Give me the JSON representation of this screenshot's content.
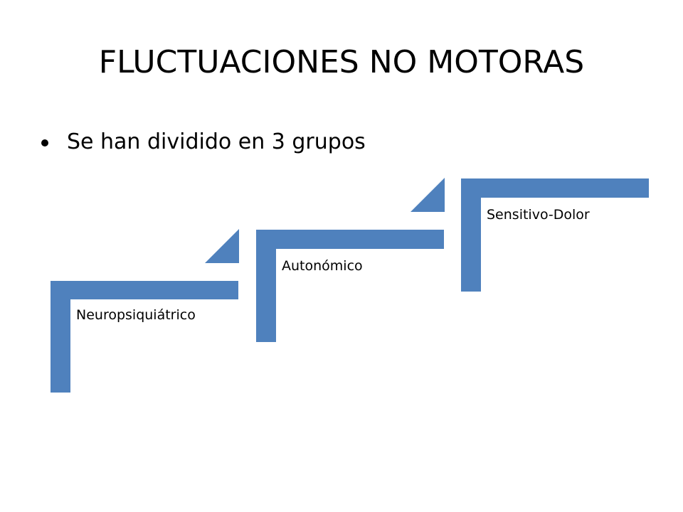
{
  "slide": {
    "title": "FLUCTUACIONES NO MOTORAS",
    "bullet": "Se han dividido en 3 grupos"
  },
  "steps": [
    {
      "label": "Neuropsiquiátrico"
    },
    {
      "label": "Autonómico"
    },
    {
      "label": "Sensitivo-Dolor"
    }
  ],
  "colors": {
    "step_fill": "#4f81bd",
    "text": "#000000",
    "background": "#ffffff"
  }
}
